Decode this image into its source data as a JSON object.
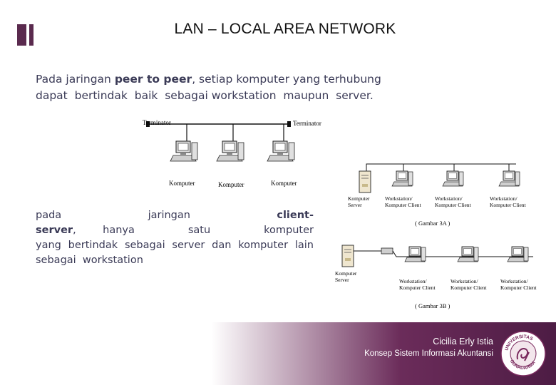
{
  "slide": {
    "title": "LAN – LOCAL AREA NETWORK",
    "p1_line1_pre": "Pada jaringan ",
    "p1_line1_bold": "peer to peer",
    "p1_line1_post": ", setiap komputer yang terhubung",
    "p1_line2": "dapat  bertindak  baik  sebagai workstation  maupun  server.",
    "p2_line1_pre": "pada  jaringan  ",
    "p2_line1_bold": "client-server",
    "p2_line1_post": ", hanya  satu  komputer",
    "p2_line2": "yang  bertindak  sebagai  server  dan  komputer  lain",
    "p2_line3": "sebagai  workstation"
  },
  "diagram_peer": {
    "terminator_left": "Terminator",
    "terminator_right": "Terminator",
    "computers": [
      "Komputer",
      "Komputer",
      "Komputer"
    ]
  },
  "diagram_3a": {
    "server_line1": "Komputer",
    "server_line2": "Server",
    "client_line1": "Workstation/",
    "client_line2": "Komputer Client",
    "caption": "( Gambar 3A )"
  },
  "diagram_3b": {
    "server_line1": "Komputer",
    "server_line2": "Server",
    "client_line1": "Workstation/",
    "client_line2": "Komputer Client",
    "caption": "( Gambar 3B )"
  },
  "footer": {
    "author": "Cicilia Erly Istia",
    "course": "Konsep Sistem Informasi Akuntansi",
    "logo_top_text": "UNIVERSITAS",
    "logo_bottom_text": "GUNADARMA"
  },
  "colors": {
    "brand": "#5a2a4e",
    "text": "#3b3b57"
  }
}
